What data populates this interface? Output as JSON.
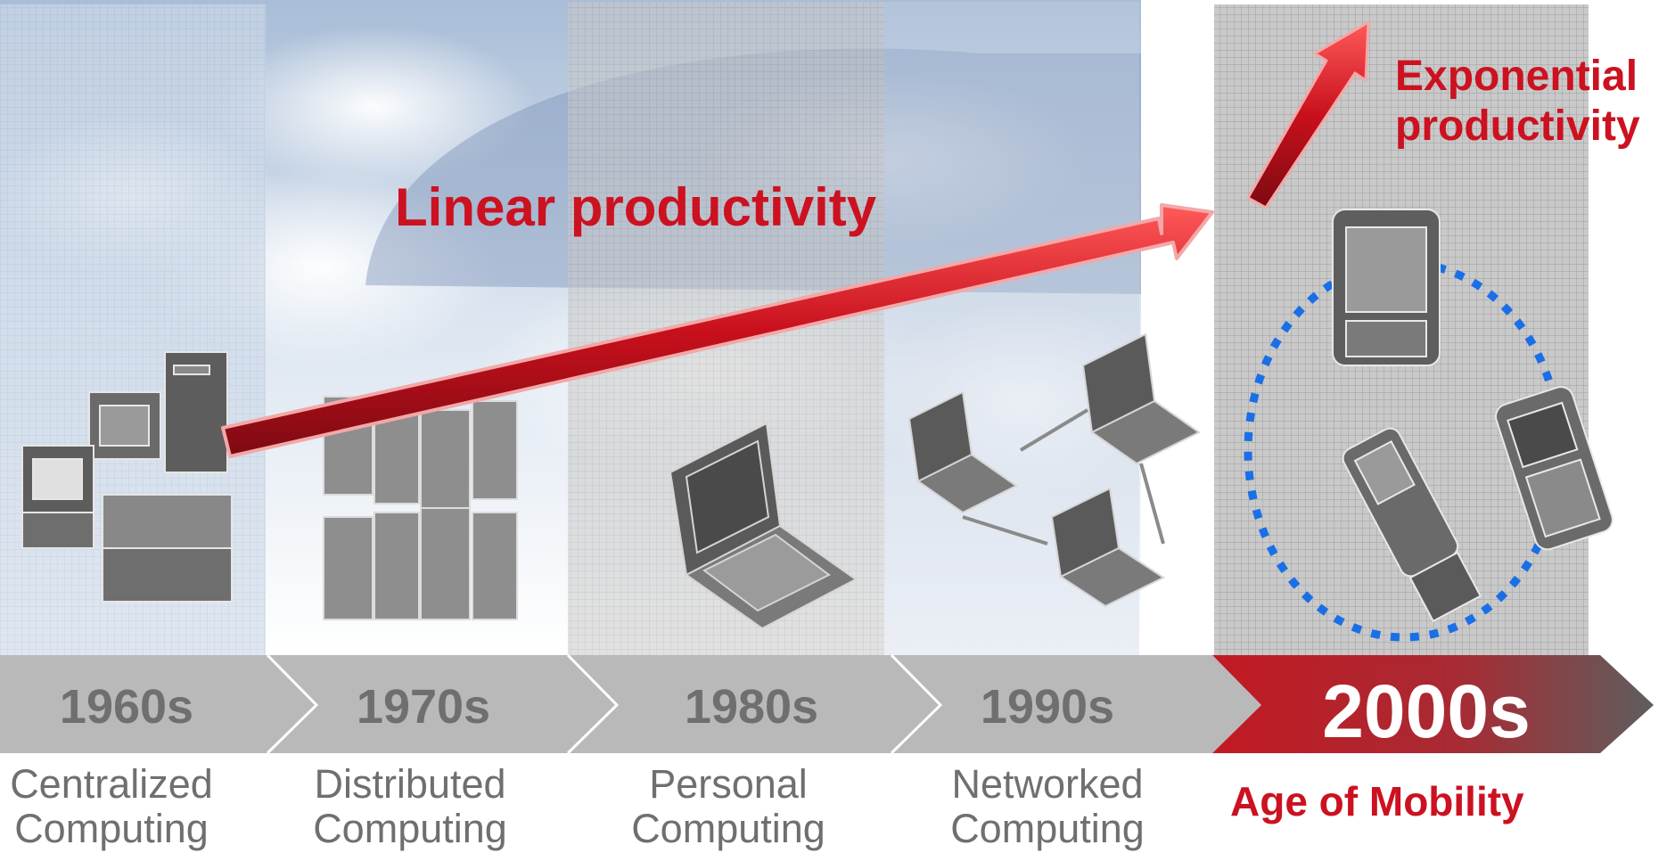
{
  "eras": [
    {
      "year": "1960s",
      "line1": "Centralized",
      "line2": "Computing"
    },
    {
      "year": "1970s",
      "line1": "Distributed",
      "line2": "Computing"
    },
    {
      "year": "1980s",
      "line1": "Personal",
      "line2": "Computing"
    },
    {
      "year": "1990s",
      "line1": "Networked",
      "line2": "Computing"
    },
    {
      "year": "2000s",
      "line1": "Age of Mobility",
      "line2": ""
    }
  ],
  "arrows": {
    "linear": "Linear productivity",
    "exponential_line1": "Exponential",
    "exponential_line2": "productivity"
  },
  "colors": {
    "accent_red": "#cc1120",
    "text_gray": "#6f6f6f",
    "band_gray": "#b9b9b9",
    "dotted_blue": "#1a6fe6"
  }
}
